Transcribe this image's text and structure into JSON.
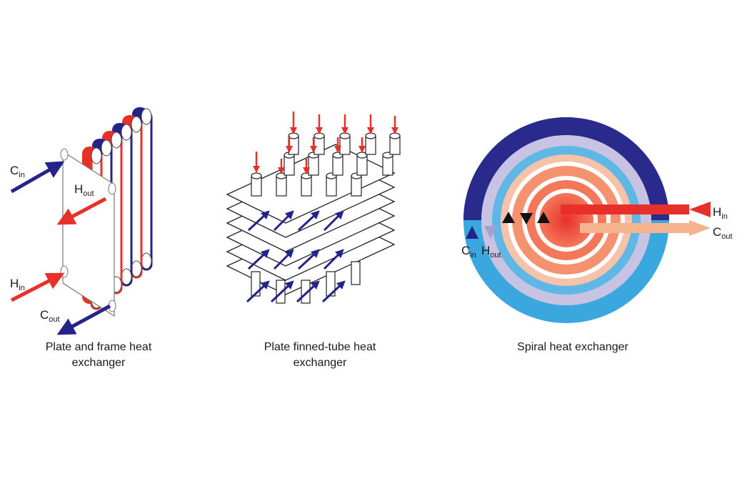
{
  "colors": {
    "hot": "#e8302a",
    "cold": "#23238a",
    "hot_light": "#f6b48e",
    "cold_light": "#5fb7e6",
    "lavender": "#c9c3e3",
    "outline": "#555555"
  },
  "diagrams": [
    {
      "caption_line1": "Plate and frame heat",
      "caption_line2": "exchanger",
      "flows": [
        {
          "main": "C",
          "sub": "in"
        },
        {
          "main": "H",
          "sub": "out"
        },
        {
          "main": "H",
          "sub": "in"
        },
        {
          "main": "C",
          "sub": "out"
        }
      ]
    },
    {
      "caption_line1": "Plate finned-tube heat",
      "caption_line2": "exchanger"
    },
    {
      "caption_line1": "Spiral heat exchanger",
      "flows": [
        {
          "main": "H",
          "sub": "in"
        },
        {
          "main": "C",
          "sub": "out"
        },
        {
          "main": "C",
          "sub": "in"
        },
        {
          "main": "H",
          "sub": "out"
        }
      ]
    }
  ]
}
